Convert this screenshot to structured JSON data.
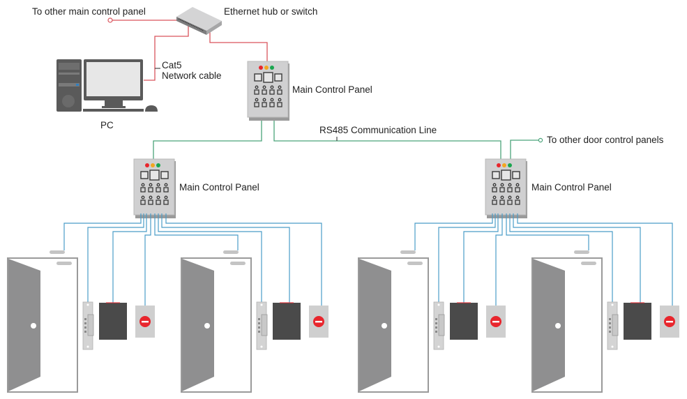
{
  "title": "Access control network diagram",
  "colors": {
    "ethernet_wire": "#d9545c",
    "rs485_wire": "#4aa37a",
    "device_wire": "#4a9cc7",
    "panel_body": "#cfcfd0",
    "led_red": "#e8262d",
    "led_amber": "#f2a621",
    "led_green": "#1aa64f",
    "door_leaf": "#8f8f90",
    "reader": "#4a4a4a",
    "exit_button": "#e8262d"
  },
  "labels": {
    "to_other_main": "To other main control panel",
    "switch": "Ethernet hub or switch",
    "cable_line1": "Cat5",
    "cable_line2": "Network cable",
    "pc": "PC",
    "main_panel_top": "Main Control Panel",
    "rs485": "RS485 Communication Line",
    "to_other_door": "To other door control panels",
    "main_panel_left": "Main Control Panel",
    "main_panel_right": "Main Control Panel"
  },
  "nodes": {
    "switch": "ethernet-switch",
    "pc": "pc-workstation",
    "panels": [
      "main-control-panel-top",
      "door-control-panel-left",
      "door-control-panel-right"
    ],
    "door_groups": [
      {
        "panel": "left",
        "doors": 2,
        "devices_per_door": [
          "door-sensor",
          "electric-strike",
          "card-reader",
          "exit-button"
        ]
      },
      {
        "panel": "right",
        "doors": 2,
        "devices_per_door": [
          "door-sensor",
          "electric-strike",
          "card-reader",
          "exit-button"
        ]
      }
    ]
  }
}
